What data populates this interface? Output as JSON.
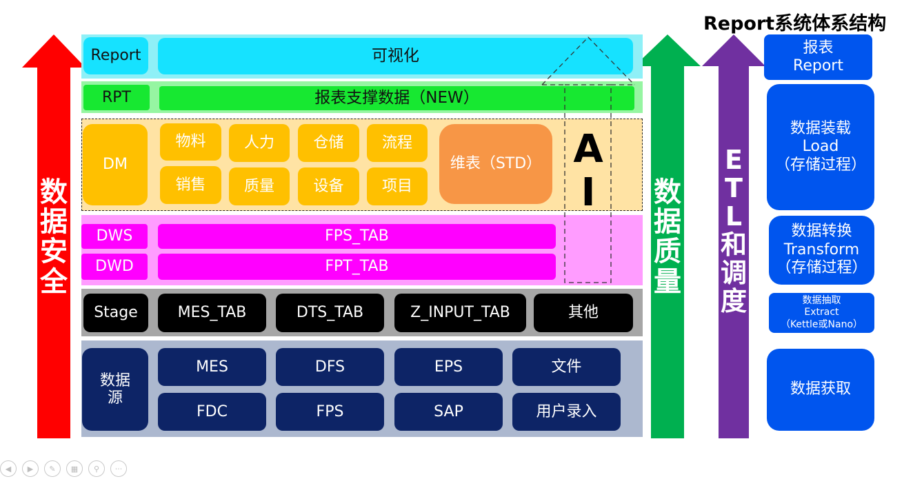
{
  "title": "Report系统体系结构",
  "left_arrow": {
    "label": [
      "数",
      "据",
      "安",
      "全"
    ],
    "color": "#ff0000"
  },
  "quality_arrow": {
    "label": [
      "数",
      "据",
      "质",
      "量"
    ],
    "color": "#00b050"
  },
  "etl_arrow": {
    "label": [
      "E",
      "T",
      "L",
      "和",
      "调",
      "度"
    ],
    "color": "#7030a0"
  },
  "layers": {
    "report": {
      "label": "Report",
      "content": "可视化"
    },
    "rpt": {
      "label": "RPT",
      "content": "报表支撑数据（NEW）"
    },
    "dm": {
      "label": "DM",
      "items": [
        "物料",
        "人力",
        "仓储",
        "流程",
        "销售",
        "质量",
        "设备",
        "项目"
      ],
      "std": "维表（STD）"
    },
    "dws": {
      "label": "DWS",
      "content": "FPS_TAB"
    },
    "dwd": {
      "label": "DWD",
      "content": "FPT_TAB"
    },
    "stage": {
      "label": "Stage",
      "items": [
        "MES_TAB",
        "DTS_TAB",
        "Z_INPUT_TAB",
        "其他"
      ]
    },
    "source": {
      "label": "数据\n源",
      "items": [
        "MES",
        "DFS",
        "EPS",
        "文件",
        "FDC",
        "FPS",
        "SAP",
        "用户录入"
      ]
    }
  },
  "ai": {
    "label": [
      "A",
      "I"
    ]
  },
  "side": {
    "report": "报表\nReport",
    "load": "数据装载\nLoad\n（存储过程）",
    "transform": "数据转换\nTransform\n（存储过程）",
    "extract": "数据抽取\nExtract\n（Kettle或Nano）",
    "acquire": "数据获取"
  },
  "colors": {
    "report_band": "#8ff0f7",
    "report_box": "#16e2ff",
    "rpt_band": "#96f5a2",
    "rpt_box": "#17e831",
    "dm_band": "#ffe3a4",
    "dm_box": "#ffc000",
    "std_box": "#f79646",
    "dw_band": "#ff9cff",
    "dw_box": "#ff00ff",
    "stage_band": "#a6a6a6",
    "stage_box": "#000000",
    "source_band": "#acb8cf",
    "source_box": "#0d2466",
    "side_box": "#0055ee"
  },
  "nav_icons": [
    "back-nav-icon",
    "forward-nav-icon",
    "pen-icon",
    "slides-icon",
    "zoom-icon",
    "more-icon"
  ]
}
